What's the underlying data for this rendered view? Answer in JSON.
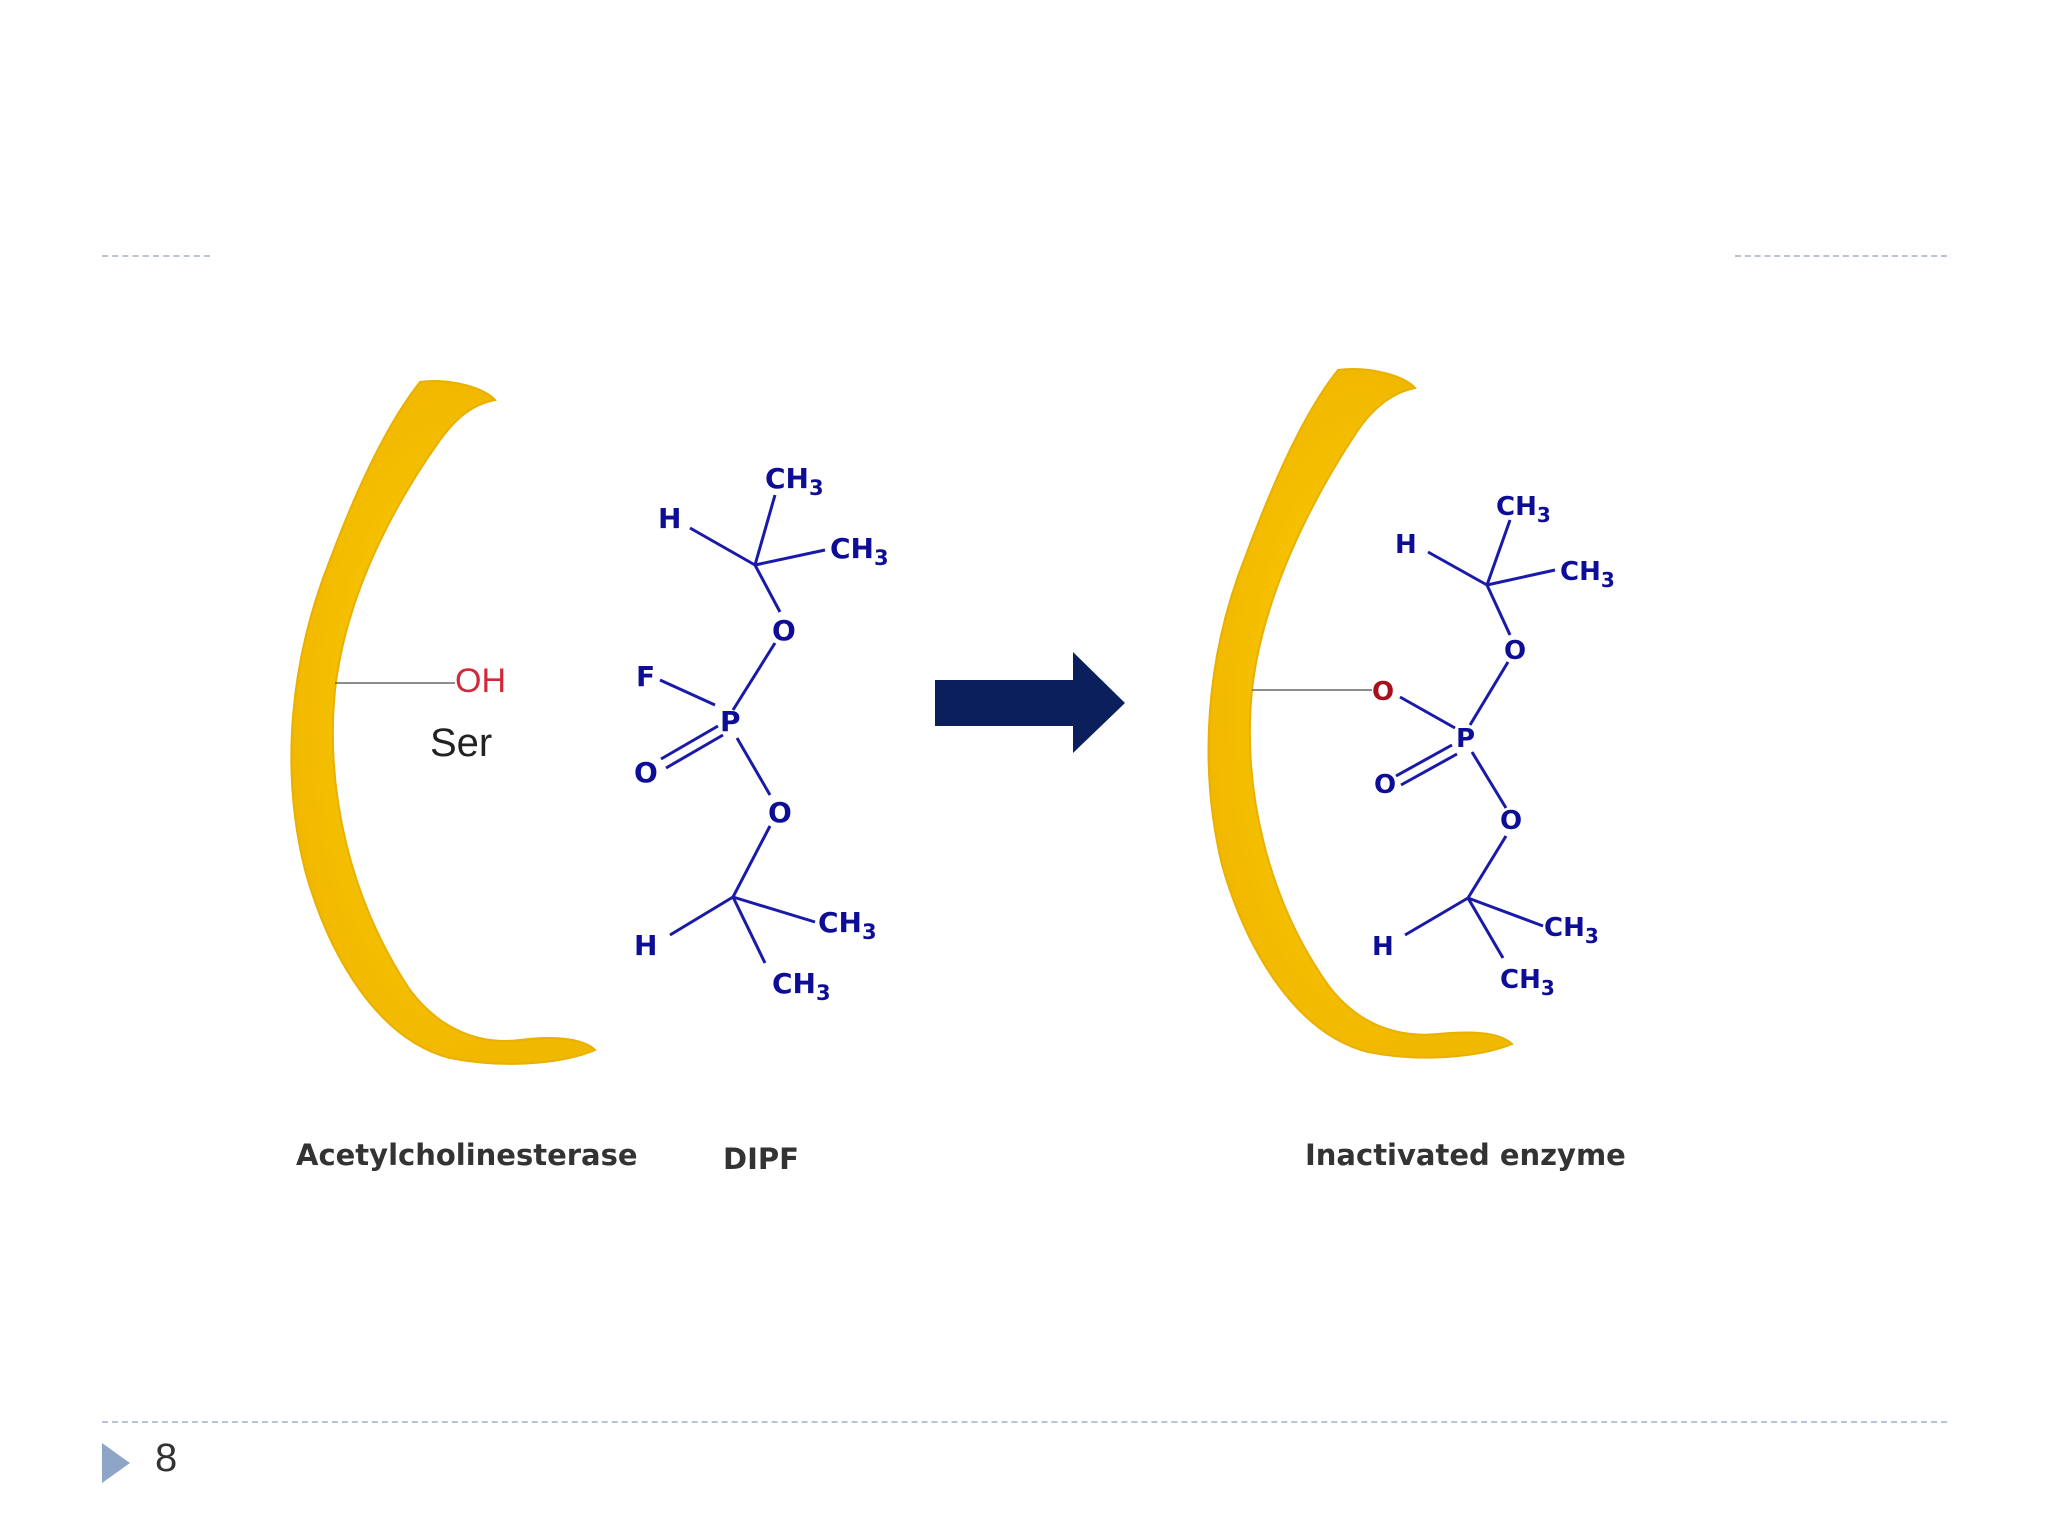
{
  "enzyme": {
    "substituent": "OH",
    "residue": "Ser",
    "caption": "Acetylcholinesterase"
  },
  "reagent": {
    "caption": "DIPF",
    "atoms": {
      "ch3_a": "CH",
      "h_top": "H",
      "ch3_b": "CH",
      "o_top": "O",
      "f": "F",
      "p": "P",
      "o_double": "O",
      "o_bottom": "O",
      "h_bottom": "H",
      "ch3_c": "CH",
      "ch3_d": "CH"
    },
    "subscript": "3"
  },
  "product": {
    "caption": "Inactivated enzyme",
    "atoms": {
      "ch3_a": "CH",
      "h_top": "H",
      "ch3_b": "CH",
      "o_top": "O",
      "o_ser": "O",
      "p": "P",
      "o_double": "O",
      "o_bottom": "O",
      "h_bottom": "H",
      "ch3_c": "CH",
      "ch3_d": "CH"
    },
    "subscript": "3"
  },
  "slide": {
    "page_number": "8"
  },
  "colors": {
    "enzyme_shape": "#f5c400",
    "atoms": "#0d0d96",
    "hydroxyl": "#d1283a",
    "arrow": "#0b1f5c",
    "dash_line": "#b9c3d3"
  }
}
